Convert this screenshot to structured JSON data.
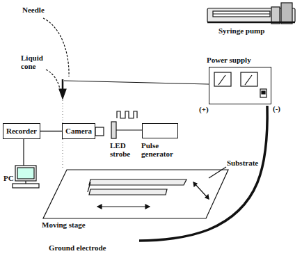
{
  "diagram": {
    "nodes": [
      {
        "text": [
          "Recorder"
        ]
      },
      {
        "text": [
          "Camera"
        ]
      },
      {
        "text": [
          "Power supply"
        ]
      },
      {
        "text": [
          "Pulse generator"
        ]
      }
    ],
    "edges": [
      {
        "from": 0,
        "to": 1,
        "arrow": "none"
      }
    ],
    "labels": [
      "Needle",
      "Syringe pump",
      "Liquid cone",
      "(+)",
      "(-)",
      "LED strobe",
      "PC",
      "Substrate",
      "Moving stage",
      "Ground electrode"
    ]
  }
}
